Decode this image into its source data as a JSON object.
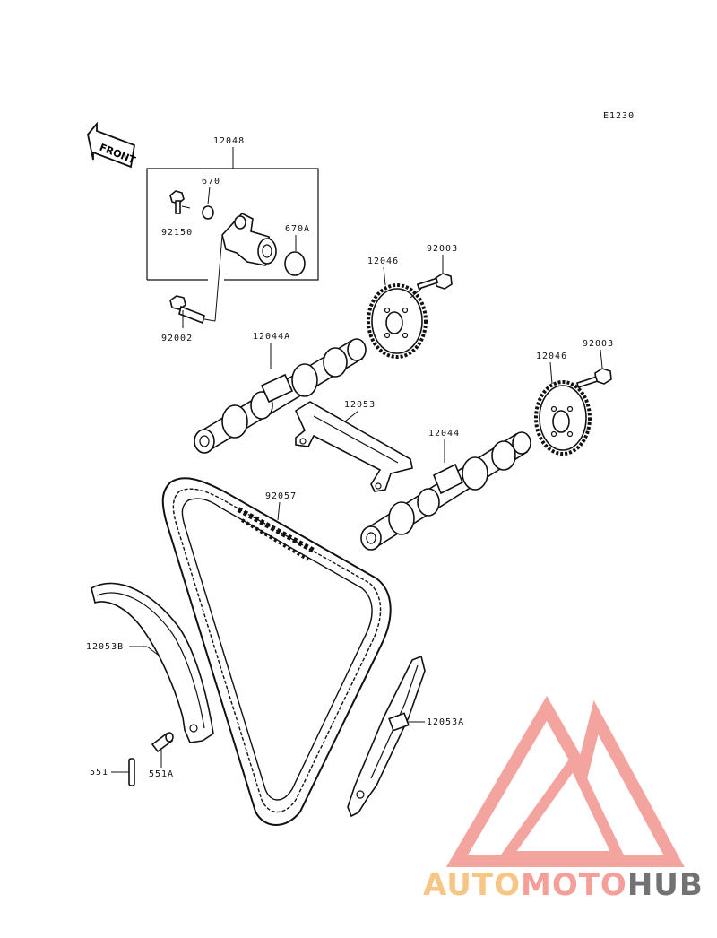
{
  "diagram": {
    "ref_code": "E1230",
    "front_label": "FRONT",
    "labels": {
      "assy": "12048",
      "oring_small": "670",
      "oring_large": "670A",
      "bolt_top": "92150",
      "bolt_bottom": "92002",
      "sprocket_upper": "12046",
      "bolt_sprocket_upper": "92003",
      "camshaft_upper": "12044A",
      "sprocket_lower": "12046",
      "bolt_sprocket_lower": "92003",
      "guide_upper": "12053",
      "camshaft_lower": "12044",
      "chain": "92057",
      "guide_left": "12053B",
      "guide_right": "12053A",
      "pin_long": "551",
      "pin_short": "551A"
    }
  },
  "watermark": {
    "text_a": "AUTO",
    "text_b": "MOTO",
    "text_c": "HUB",
    "color_a": "#f7c480",
    "color_b": "#f49a94",
    "color_c": "#6b6b6b",
    "logo_color": "#f4a09a"
  }
}
